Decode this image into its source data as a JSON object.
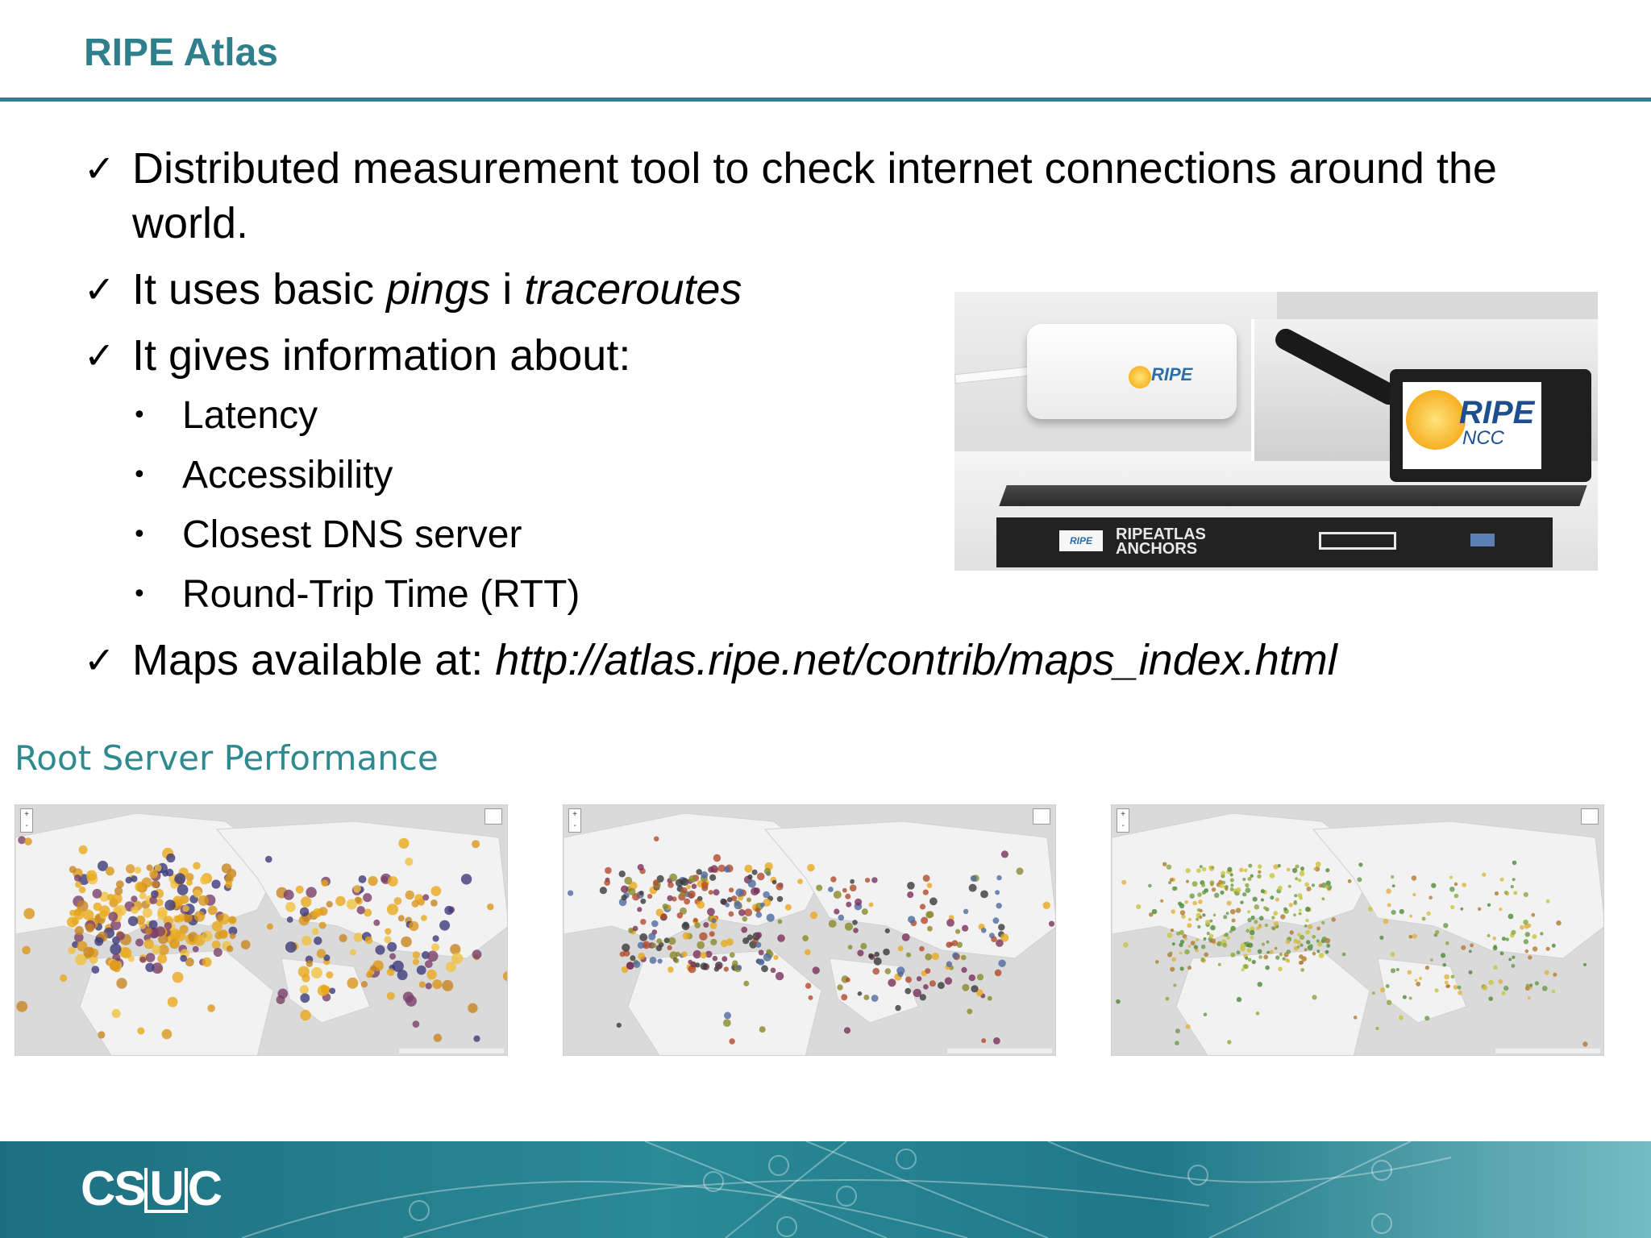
{
  "header": {
    "title": "RIPE Atlas"
  },
  "bullets": [
    {
      "type": "check",
      "lines": [
        "Distributed measurement tool to check internet connections around the",
        "world."
      ]
    },
    {
      "type": "check",
      "parts": [
        {
          "text": "It uses basic ",
          "italic": false
        },
        {
          "text": "pings",
          "italic": true
        },
        {
          "text": " i ",
          "italic": false
        },
        {
          "text": "traceroutes",
          "italic": true
        }
      ]
    },
    {
      "type": "check",
      "text": "It gives information about:"
    },
    {
      "type": "sub",
      "text": "Latency"
    },
    {
      "type": "sub",
      "text": "Accessibility"
    },
    {
      "type": "sub",
      "text": "Closest DNS server"
    },
    {
      "type": "sub",
      "text": "Round-Trip Time (RTT)"
    },
    {
      "type": "check",
      "parts": [
        {
          "text": "Maps available at: ",
          "italic": false
        },
        {
          "text": "http://atlas.ripe.net/contrib/maps_index.html",
          "italic": true
        }
      ]
    }
  ],
  "photo": {
    "router_logo": "RIPE",
    "probe_brand": "RIPE",
    "probe_sub": "NCC",
    "rack_logo": "RIPE",
    "rack_text_line1": "RIPEATLAS",
    "rack_text_line2": "ANCHORS"
  },
  "rsp": {
    "title": "Root Server Performance"
  },
  "maps": [
    {
      "id": "map-1",
      "palette": [
        "#e8a81a",
        "#d9961a",
        "#f0c040",
        "#c78520",
        "#7a3f6a",
        "#3c3a7a"
      ]
    },
    {
      "id": "map-2",
      "palette": [
        "#e8a81a",
        "#7a2f5a",
        "#4d6aa0",
        "#8a8a2a",
        "#b04a2a",
        "#3a3a3a"
      ]
    },
    {
      "id": "map-3",
      "palette": [
        "#c8c43a",
        "#8aa838",
        "#4e8a3a",
        "#e0b040",
        "#b07a30",
        "#6a9a4a"
      ]
    }
  ],
  "footer": {
    "logo_left": "CS",
    "logo_u": "U",
    "logo_right": "C"
  },
  "colors": {
    "accent": "#2f7f8c",
    "rsp_title": "#2e8a8f",
    "footer": "#1f7888"
  }
}
